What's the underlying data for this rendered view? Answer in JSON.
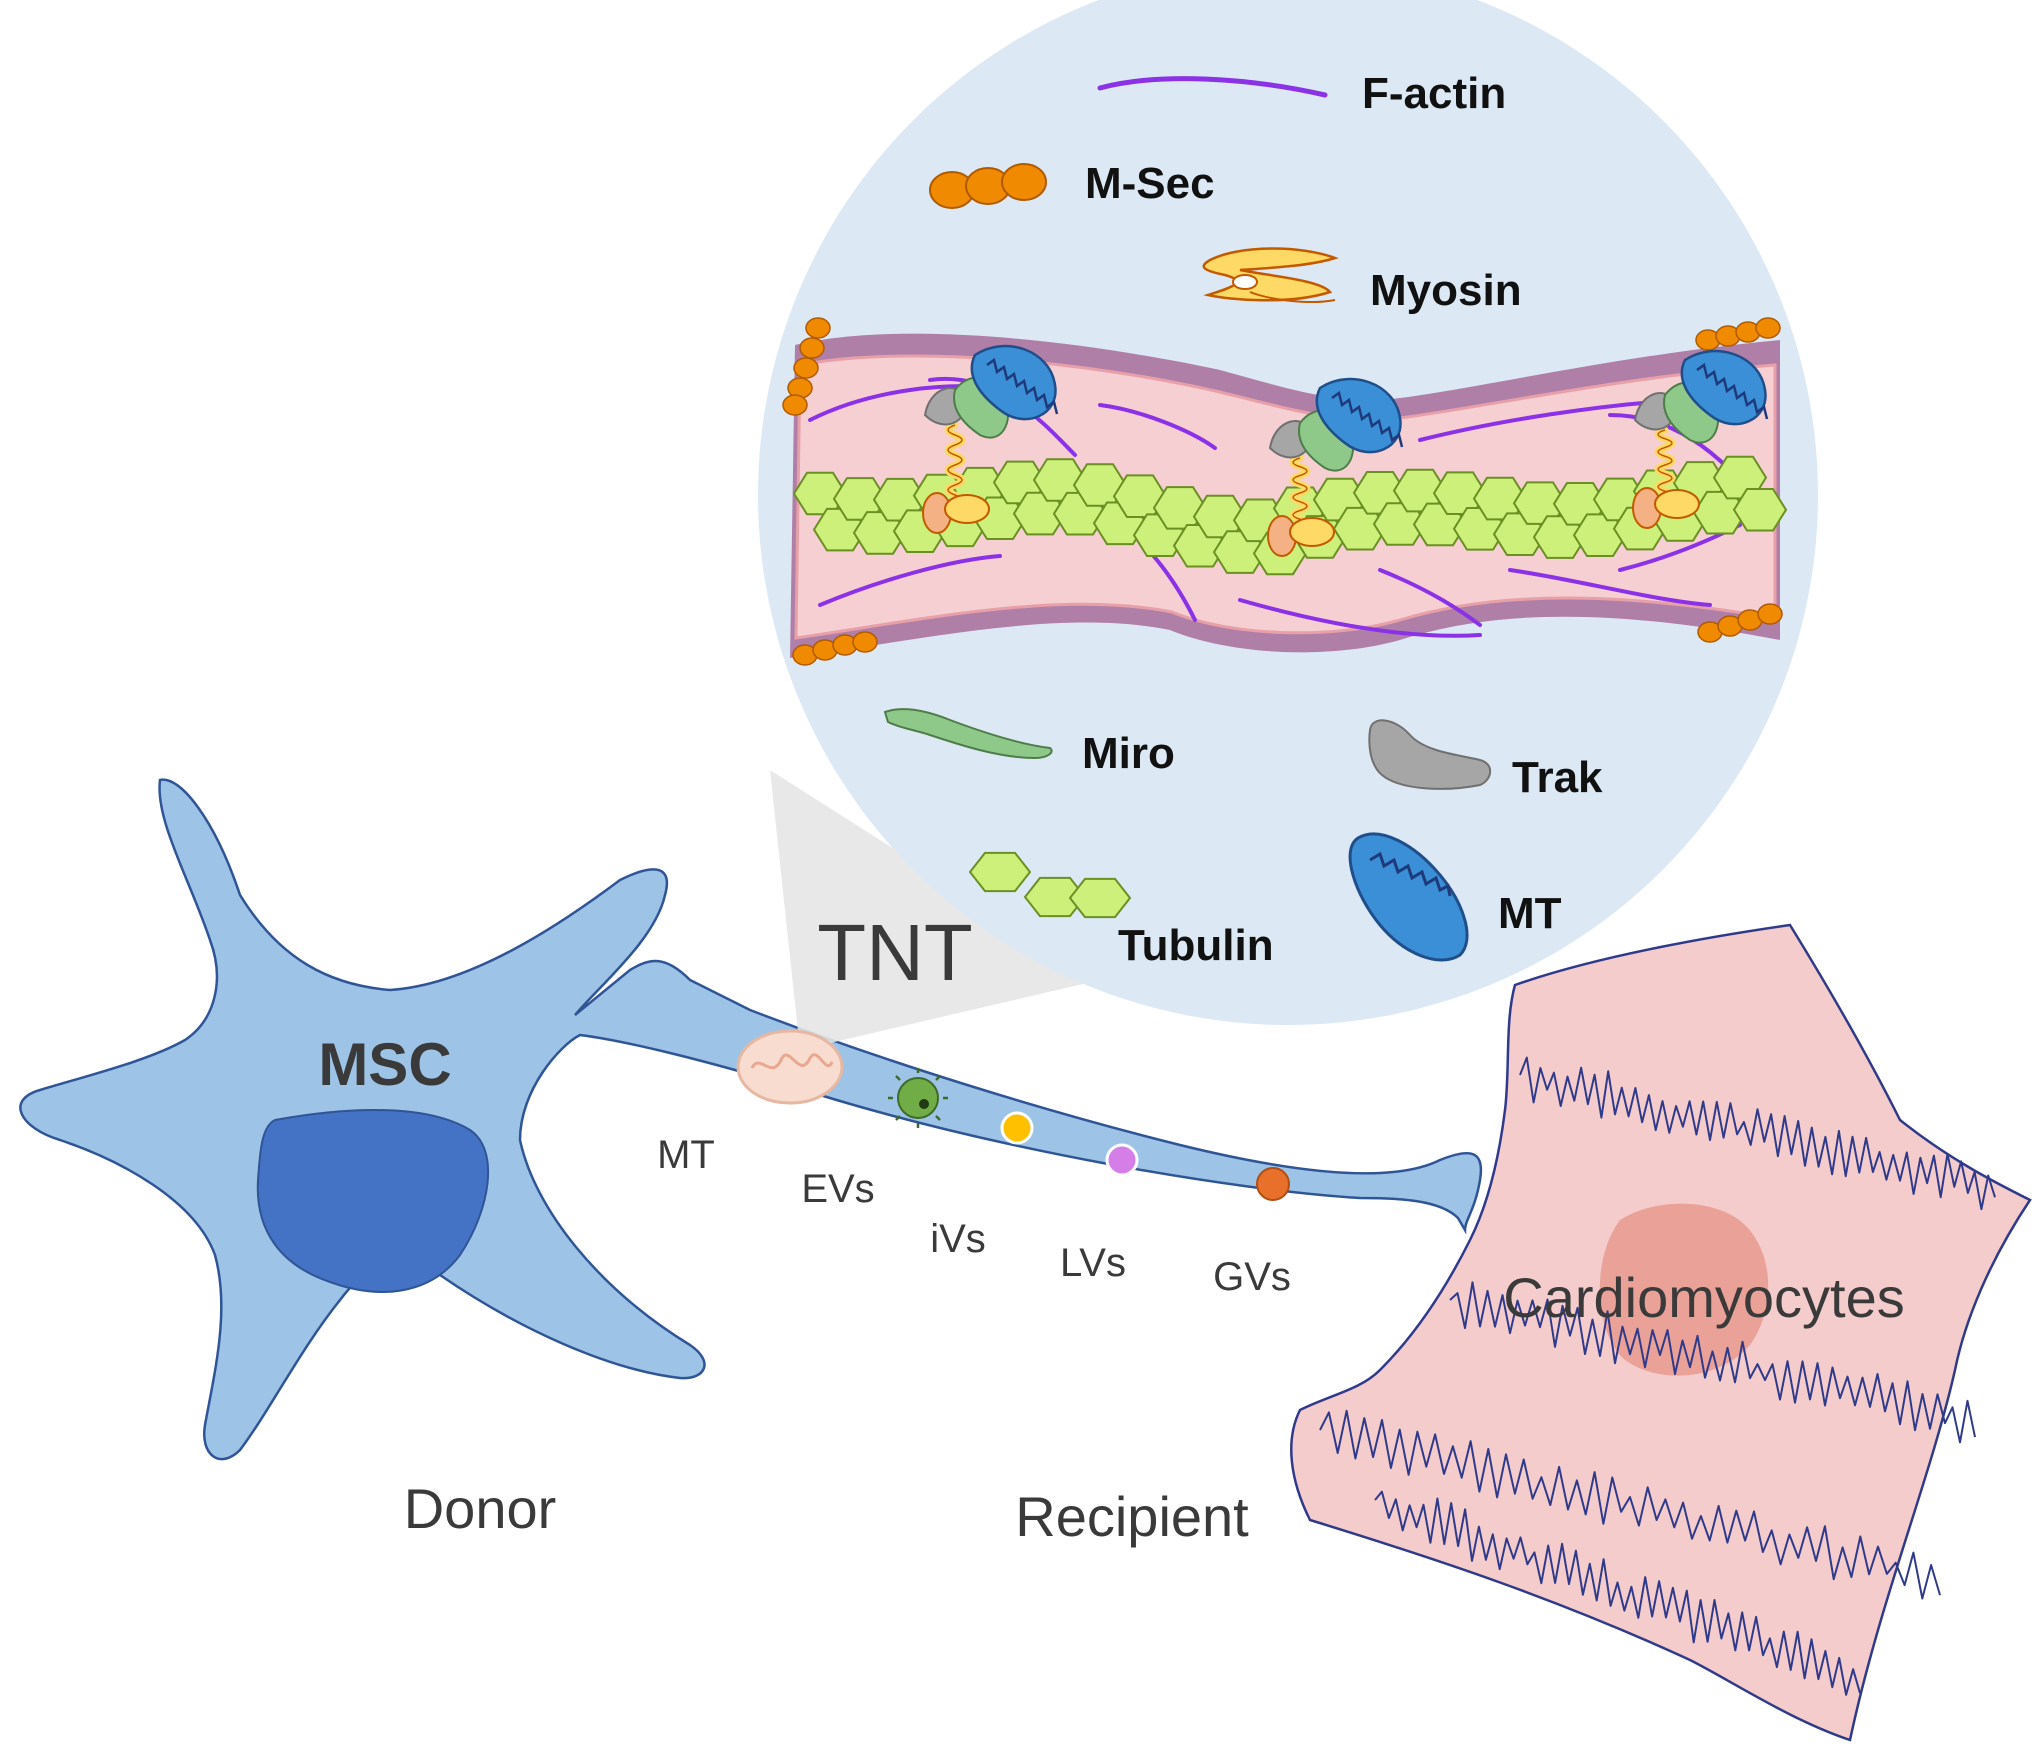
{
  "figure": {
    "tnt_label": "TNT",
    "msc_label": "MSC",
    "donor_label": "Donor",
    "recipient_label": "Recipient",
    "cardio_label": "Cardiomyocytes",
    "cargo": {
      "mt": "MT",
      "evs": "EVs",
      "ivs": "iVs",
      "lvs": "LVs",
      "gvs": "GVs"
    },
    "legend": {
      "factin": "F-actin",
      "msec": "M-Sec",
      "myosin": "Myosin",
      "miro": "Miro",
      "trak": "Trak",
      "tubulin": "Tubulin",
      "mt": "MT"
    }
  },
  "colors": {
    "cell_fill": "#9dc3e6",
    "cell_stroke": "#2f5597",
    "nucleus": "#4472c4",
    "cardio_fill": "#f4cccc",
    "cardio_stroke": "#2f3b8a",
    "cardio_nucleus": "#e8998d",
    "zoom_bg": "#dce9f5",
    "membrane": "#b07fa8",
    "lumen": "#f6cfd3",
    "factin": "#8b32e6",
    "msec": "#f08a00",
    "tubulin": "#ccf07a",
    "miro": "#8fc98a",
    "trak": "#a6a6a6",
    "mito": "#3a8fd6",
    "ivs": "#ffc000",
    "lvs": "#d67ee8",
    "gvs": "#e8702a"
  },
  "icons": [
    "mitochondrion-icon",
    "extracellular-vesicle-icon",
    "tubulin-icon",
    "myosin-icon",
    "miro-icon",
    "trak-icon",
    "msec-icon"
  ]
}
